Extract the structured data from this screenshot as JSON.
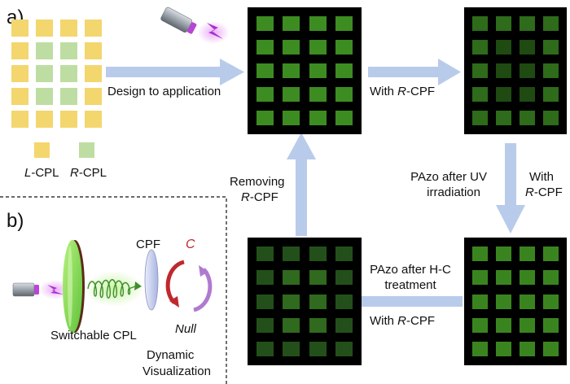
{
  "panel_a": {
    "label": "a)",
    "legend": [
      {
        "italic": "L",
        "text": "-CPL",
        "color": "#F3D66E"
      },
      {
        "italic": "R",
        "text": "-CPL",
        "color": "#BEDDA3"
      }
    ],
    "arrows": {
      "design": "Design to application",
      "with_r": {
        "pre": "With ",
        "italic": "R",
        "post": "-CPF"
      },
      "pazo_uv": {
        "line1": "PAzo after UV",
        "line2": "irradiation"
      },
      "with_r_down": {
        "line1": "With",
        "italic": "R",
        "post": "-CPF"
      },
      "pazo_hc": {
        "line1": "PAzo after H-C",
        "line2": "treatment"
      },
      "with_r_left": {
        "pre": "With ",
        "italic": "R",
        "post": "-CPF"
      },
      "removing": {
        "line1": "Removing",
        "italic": "R",
        "post": "-CPF"
      }
    },
    "colors": {
      "arrow": "#B9CBEA",
      "grid_bg": "#000000"
    }
  },
  "panel_b": {
    "label": "b)",
    "cpf_label": "CPF",
    "switchable_label": "Switchable CPL",
    "c_label": "C",
    "null_label": "Null",
    "dynamic_line1": "Dynamic",
    "dynamic_line2": "Visualization",
    "colors": {
      "c_red": "#C0282D",
      "arrow_purple": "#B07AD0",
      "filter": "#8EE35A"
    }
  }
}
